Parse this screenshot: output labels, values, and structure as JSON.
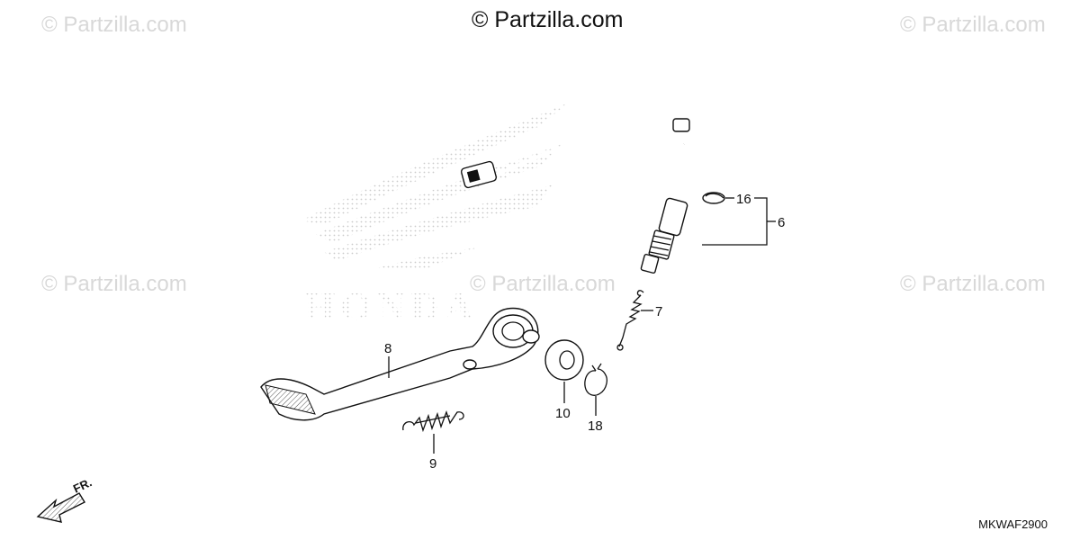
{
  "watermark": {
    "main": "© Partzilla.com",
    "faint": "© Partzilla.com"
  },
  "brand_mark": "HONDA",
  "diagram_code": "MKWAF2900",
  "front_indicator": "FR.",
  "callouts": {
    "c6": "6",
    "c7": "7",
    "c8": "8",
    "c9": "9",
    "c10": "10",
    "c16": "16",
    "c18": "18"
  },
  "parts": [
    {
      "ref": "6",
      "name": "switch-with-harness"
    },
    {
      "ref": "7",
      "name": "return-spring"
    },
    {
      "ref": "8",
      "name": "brake-pedal"
    },
    {
      "ref": "9",
      "name": "pedal-spring"
    },
    {
      "ref": "10",
      "name": "washer"
    },
    {
      "ref": "16",
      "name": "clip"
    },
    {
      "ref": "18",
      "name": "snap-ring"
    }
  ],
  "icons": [
    "front-arrow-icon",
    "honda-wing-logo-icon"
  ]
}
